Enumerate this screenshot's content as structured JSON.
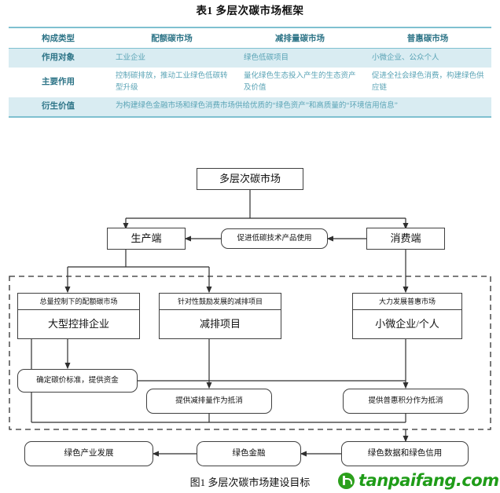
{
  "table": {
    "title": "表1 多层次碳市场框架",
    "headers": [
      "构成类型",
      "配额碳市场",
      "减排量碳市场",
      "普惠碳市场"
    ],
    "rows": [
      {
        "label": "作用对象",
        "shaded": true,
        "span": false,
        "cells": [
          "工业企业",
          "绿色低碳项目",
          "小微企业、公众个人"
        ]
      },
      {
        "label": "主要作用",
        "shaded": false,
        "span": false,
        "cells": [
          "控制碳排放，推动工业绿色低碳转型升级",
          "量化绿色生态投入产生的生态资产及价值",
          "促进全社会绿色消费，构建绿色供应链"
        ]
      },
      {
        "label": "衍生价值",
        "shaded": true,
        "span": true,
        "cells": [
          "为构建绿色金融市场和绿色消费市场供给优质的“绿色资产”和高质量的“环境信用信息”"
        ]
      }
    ],
    "colors": {
      "rule": "#7fc0d0",
      "shade": "#d9ecf2",
      "header_text": "#2d7487",
      "body_text": "#59a3b5"
    }
  },
  "figure": {
    "caption": "图1 多层次碳市场建设目标",
    "nodes": {
      "root": "多层次碳市场",
      "production": "生产端",
      "promote": "促进低碳技术产品使用",
      "consumption": "消费端",
      "col1_top": "总量控制下的配额碳市场",
      "col1_bot": "大型控排企业",
      "col2_top": "针对性鼓励发展的减排项目",
      "col2_bot": "减排项目",
      "col3_top": "大力发展普惠市场",
      "col3_bot": "小微企业/个人",
      "price": "确定碳价标准，提供资金",
      "offset_reduction": "提供减排量作为抵消",
      "offset_points": "提供普惠积分作为抵消",
      "green_industry": "绿色产业发展",
      "green_finance": "绿色金融",
      "green_data": "绿色数据和绿色信用"
    }
  },
  "brand": {
    "name": "tanpaifang.com",
    "color": "#1f9c18"
  }
}
